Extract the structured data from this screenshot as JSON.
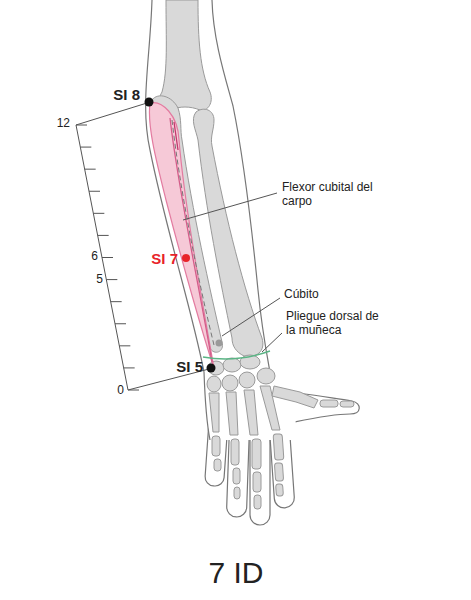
{
  "diagram": {
    "caption": "7 ID",
    "labels": [
      "SI 8",
      "12",
      "6",
      "5",
      "0",
      "SI 7",
      "Flexor cubital del carpo",
      "Cúbito",
      "Pliegue dorsal de la muñeca",
      "SI 5"
    ]
  }
}
